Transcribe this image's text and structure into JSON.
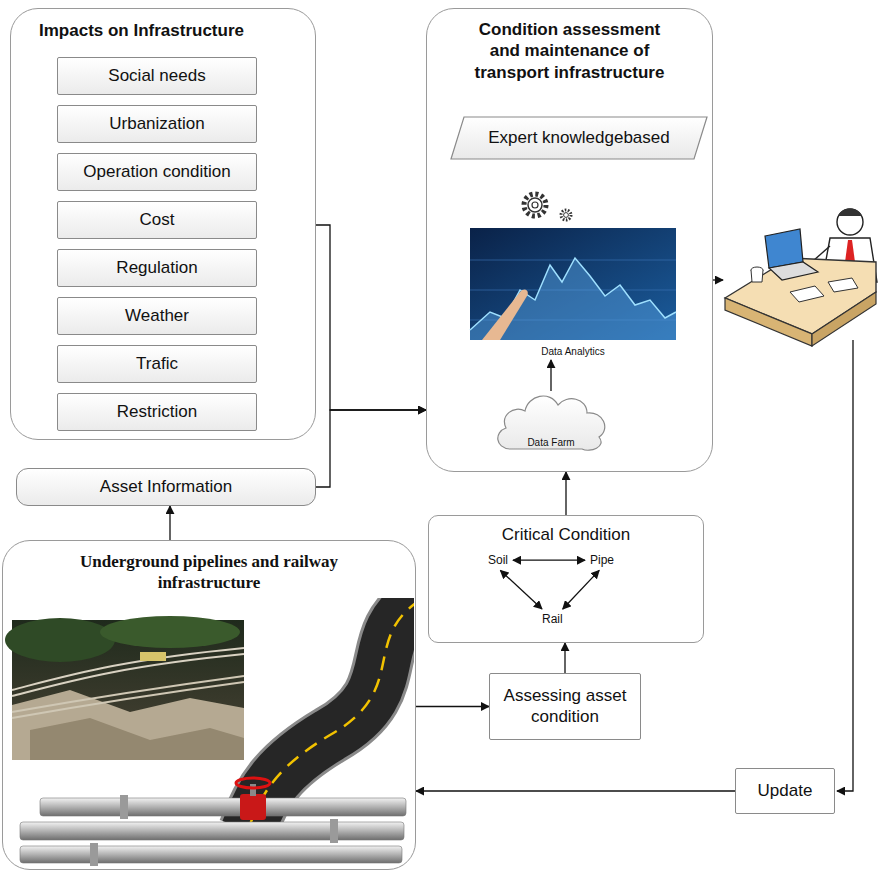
{
  "diagram": {
    "nodes": [
      {
        "text": [
          "Impacts on Infrastructure"
        ]
      },
      {
        "text": [
          "Social needs"
        ],
        "in": 0
      },
      {
        "text": [
          "Urbanization"
        ],
        "in": 0
      },
      {
        "text": [
          "Operation condition"
        ],
        "in": 0
      },
      {
        "text": [
          "Cost"
        ],
        "in": 0
      },
      {
        "text": [
          "Regulation"
        ],
        "in": 0
      },
      {
        "text": [
          "Weather"
        ],
        "in": 0
      },
      {
        "text": [
          "Trafic"
        ],
        "in": 0
      },
      {
        "text": [
          "Restriction"
        ],
        "in": 0
      },
      {
        "text": [
          "Condition assessment and maintenance of transport infrastructure"
        ]
      },
      {
        "text": [
          "Expert knowledgebased"
        ],
        "in": 9
      },
      {
        "text": [
          "Data Analytics"
        ],
        "in": 9
      },
      {
        "text": [
          "Data Farm"
        ],
        "in": 9
      },
      {
        "text": [
          "Asset Information"
        ]
      },
      {
        "text": [
          "Underground pipelines and railway infrastructure"
        ]
      },
      {
        "text": [
          "Critical Condition"
        ]
      },
      {
        "text": [
          "Soil"
        ],
        "in": 15
      },
      {
        "text": [
          "Pipe"
        ],
        "in": 15
      },
      {
        "text": [
          "Rail"
        ],
        "in": 15
      },
      {
        "text": [
          "Assessing asset condition"
        ]
      },
      {
        "text": [
          "Update"
        ]
      }
    ],
    "edges": [
      {
        "from": 0,
        "to": 9,
        "arrow": "to"
      },
      {
        "from": 13,
        "to": 9,
        "arrow": "to"
      },
      {
        "from": 14,
        "to": 13,
        "arrow": "to"
      },
      {
        "from": 14,
        "to": 19,
        "arrow": "to"
      },
      {
        "from": 19,
        "to": 15,
        "arrow": "to"
      },
      {
        "from": 15,
        "to": 9,
        "arrow": "to"
      },
      {
        "from": 12,
        "to": 11,
        "arrow": "to"
      },
      {
        "from": 16,
        "to": 17,
        "arrow": "both"
      },
      {
        "from": 16,
        "to": 18,
        "arrow": "both"
      },
      {
        "from": 17,
        "to": 18,
        "arrow": "both"
      },
      {
        "from": 20,
        "to": 14,
        "arrow": "to"
      }
    ]
  }
}
